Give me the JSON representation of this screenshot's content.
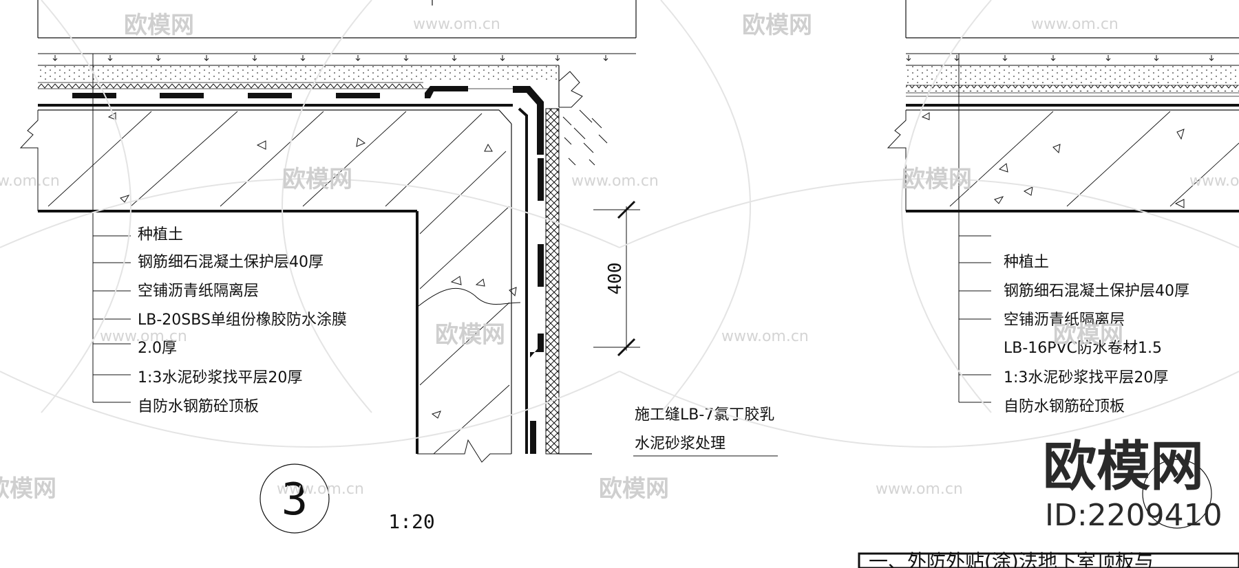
{
  "left_detail": {
    "layers": [
      "种植土",
      "钢筋细石混凝土保护层40厚",
      "空铺沥青纸隔离层",
      "LB-20SBS单组份橡胶防水涂膜",
      "2.0厚",
      "1:3水泥砂浆找平层20厚",
      "自防水钢筋砼顶板"
    ],
    "dimension": "400",
    "joint_note": [
      "施工缝LB-7氯丁胶乳",
      "水泥砂浆处理"
    ],
    "detail_number": "3",
    "scale": "1:20"
  },
  "right_detail": {
    "layers": [
      "种植土",
      "钢筋细石混凝土保护层40厚",
      "空铺沥青纸隔离层",
      "LB-16PVC防水卷材1.5",
      "1:3水泥砂浆找平层20厚",
      "自防水钢筋砼顶板"
    ],
    "bottom_title": "一、外防外贴(涂)法地下室顶板与"
  },
  "watermark": {
    "brand": "欧模网",
    "url": "www.om.cn",
    "id_text": "ID:2209410"
  }
}
